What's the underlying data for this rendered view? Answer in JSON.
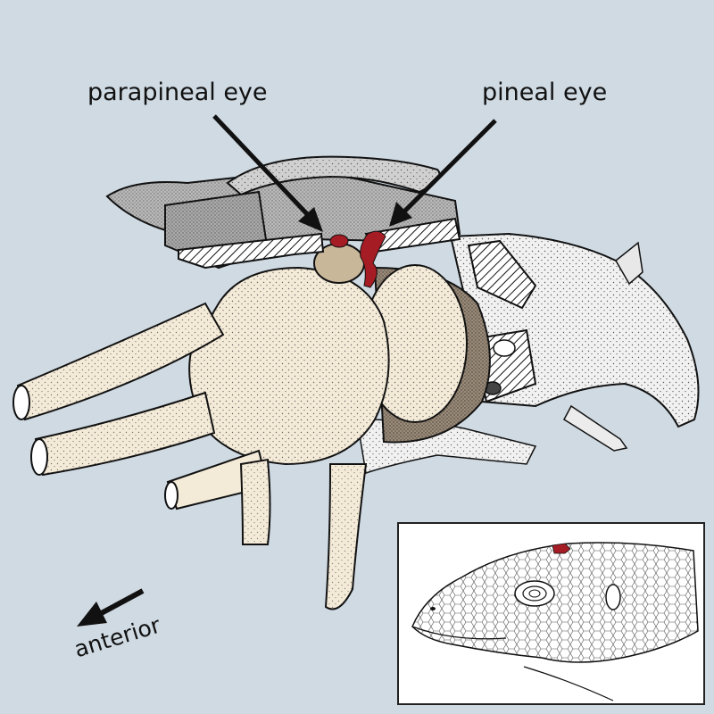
{
  "labels": {
    "parapineal": "parapineal eye",
    "pineal": "pineal eye",
    "anterior": "anterior"
  },
  "colors": {
    "background": "#cfdae3",
    "brain": "#f4ead8",
    "bone_gray": "#bdbdbd",
    "eye_red": "#a61c24",
    "ink": "#111111"
  },
  "icons": {
    "direction": "arrow-down-left-icon"
  }
}
